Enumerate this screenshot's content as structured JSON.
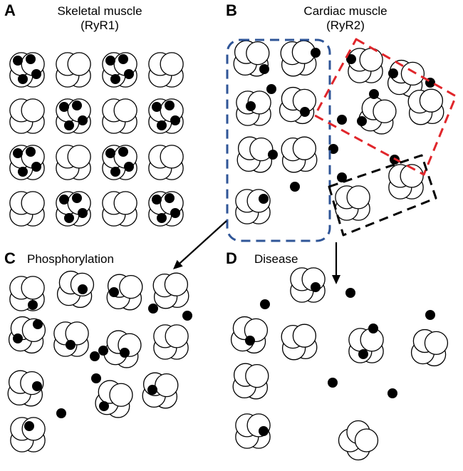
{
  "panels": {
    "a": {
      "label": "A",
      "title": "Skeletal muscle",
      "subtitle": "(RyR1)"
    },
    "b": {
      "label": "B",
      "title": "Cardiac muscle",
      "subtitle": "(RyR2)"
    },
    "c": {
      "label": "C",
      "title": "Phosphorylation"
    },
    "d": {
      "label": "D",
      "title": "Disease"
    }
  },
  "colors": {
    "outline": "#000000",
    "fill": "#ffffff",
    "dot": "#000000",
    "box_blue": "#2f5597",
    "box_red": "#e0262b",
    "box_black": "#000000"
  }
}
